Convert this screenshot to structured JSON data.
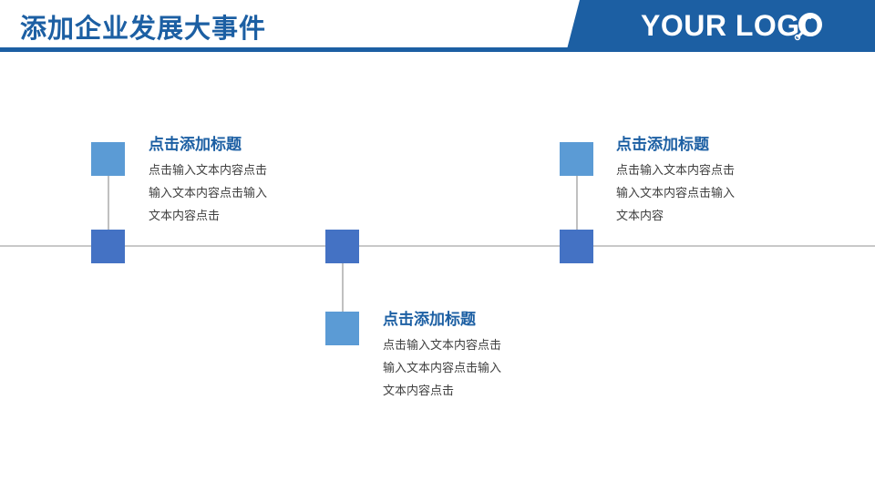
{
  "header": {
    "title": "添加企业发展大事件",
    "logo_text": "YOUR LOGO",
    "logo_icon": "magnifier-icon",
    "brand_color": "#1c5fa3"
  },
  "timeline": {
    "line_color": "#c8c8c8",
    "marker_color": "#4472c4",
    "card_marker_color": "#5b9bd5",
    "events": [
      {
        "title": "点击添加标题",
        "lines": [
          "点击输入文本内容点击",
          "输入文本内容点击输入",
          "文本内容点击"
        ]
      },
      {
        "title": "点击添加标题",
        "lines": [
          "点击输入文本内容点击",
          "输入文本内容点击输入",
          "文本内容点击"
        ]
      },
      {
        "title": "点击添加标题",
        "lines": [
          "点击输入文本内容点击",
          "输入文本内容点击输入",
          "文本内容"
        ]
      }
    ]
  }
}
